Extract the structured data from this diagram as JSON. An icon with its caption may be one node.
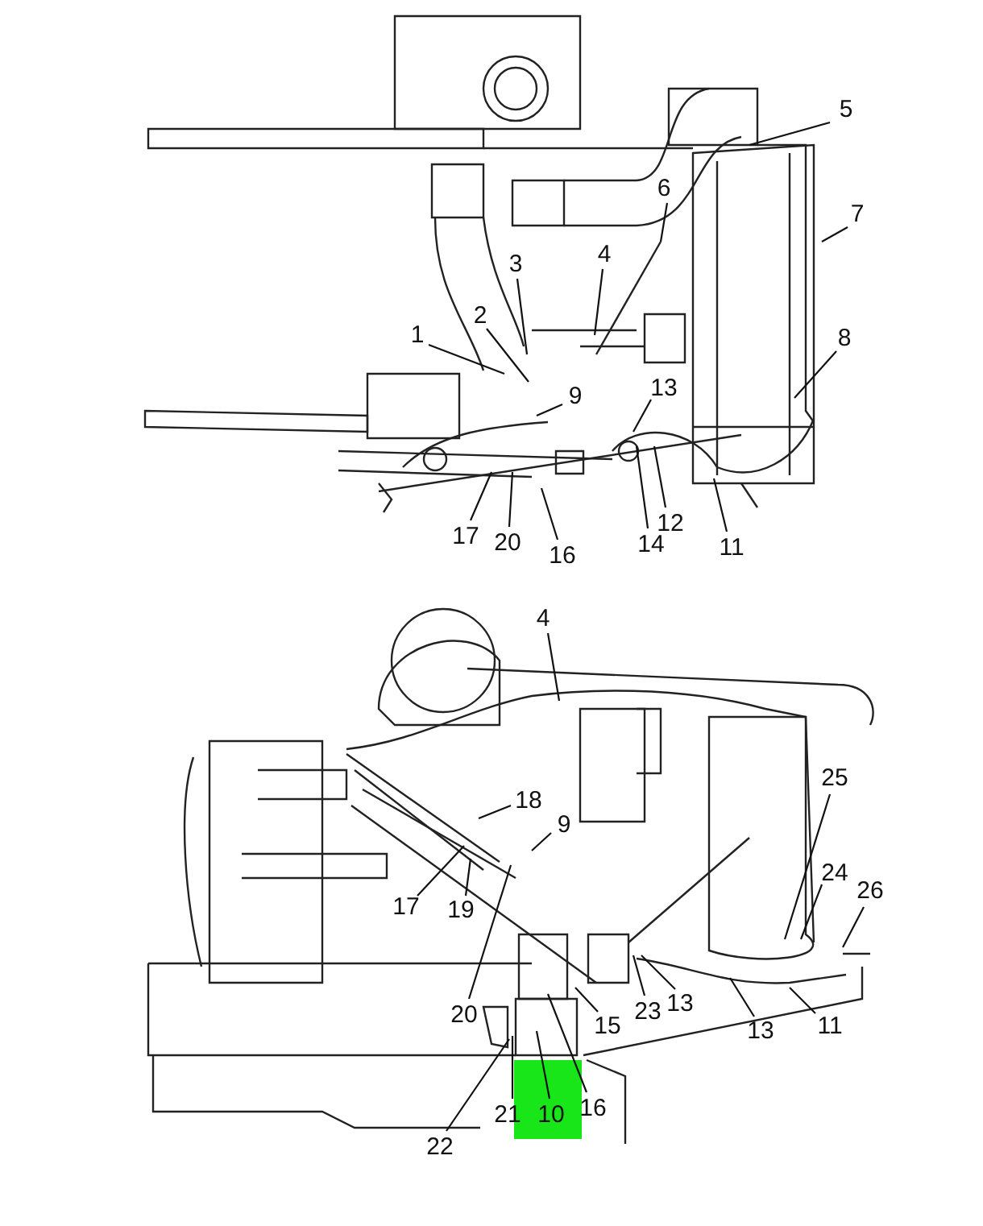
{
  "diagram": {
    "nodes": [
      {
        "text": [
          "5"
        ]
      },
      {
        "text": [
          "6"
        ]
      },
      {
        "text": [
          "7"
        ]
      },
      {
        "text": [
          "8"
        ]
      },
      {
        "text": [
          "4"
        ]
      },
      {
        "text": [
          "3"
        ]
      },
      {
        "text": [
          "2"
        ]
      },
      {
        "text": [
          "1"
        ]
      },
      {
        "text": [
          "9"
        ]
      },
      {
        "text": [
          "13"
        ]
      },
      {
        "text": [
          "17"
        ]
      },
      {
        "text": [
          "20"
        ]
      },
      {
        "text": [
          "16"
        ]
      },
      {
        "text": [
          "14"
        ]
      },
      {
        "text": [
          "12"
        ]
      },
      {
        "text": [
          "11"
        ]
      },
      {
        "text": [
          "4"
        ]
      },
      {
        "text": [
          "25"
        ]
      },
      {
        "text": [
          "24"
        ]
      },
      {
        "text": [
          "26"
        ]
      },
      {
        "text": [
          "18"
        ]
      },
      {
        "text": [
          "9"
        ]
      },
      {
        "text": [
          "17"
        ]
      },
      {
        "text": [
          "19"
        ]
      },
      {
        "text": [
          "20"
        ]
      },
      {
        "text": [
          "15"
        ]
      },
      {
        "text": [
          "23"
        ]
      },
      {
        "text": [
          "13"
        ]
      },
      {
        "text": [
          "13"
        ]
      },
      {
        "text": [
          "11"
        ]
      },
      {
        "text": [
          "22"
        ]
      },
      {
        "text": [
          "21"
        ]
      },
      {
        "text": [
          "10"
        ]
      },
      {
        "text": [
          "16"
        ]
      }
    ],
    "edges": [
      {
        "from": 0,
        "to": null,
        "arrow": "none"
      },
      {
        "from": 1,
        "to": null,
        "arrow": "none"
      },
      {
        "from": 2,
        "to": null,
        "arrow": "none"
      },
      {
        "from": 3,
        "to": null,
        "arrow": "none"
      },
      {
        "from": 4,
        "to": null,
        "arrow": "none"
      },
      {
        "from": 5,
        "to": null,
        "arrow": "none"
      },
      {
        "from": 6,
        "to": null,
        "arrow": "none"
      },
      {
        "from": 7,
        "to": null,
        "arrow": "none"
      },
      {
        "from": 8,
        "to": null,
        "arrow": "none"
      },
      {
        "from": 9,
        "to": null,
        "arrow": "none"
      },
      {
        "from": 10,
        "to": null,
        "arrow": "none"
      },
      {
        "from": 11,
        "to": null,
        "arrow": "none"
      },
      {
        "from": 12,
        "to": null,
        "arrow": "none"
      },
      {
        "from": 13,
        "to": null,
        "arrow": "none"
      },
      {
        "from": 14,
        "to": null,
        "arrow": "none"
      },
      {
        "from": 15,
        "to": null,
        "arrow": "none"
      },
      {
        "from": 16,
        "to": null,
        "arrow": "none"
      },
      {
        "from": 17,
        "to": null,
        "arrow": "none"
      },
      {
        "from": 18,
        "to": null,
        "arrow": "none"
      },
      {
        "from": 19,
        "to": null,
        "arrow": "none"
      },
      {
        "from": 20,
        "to": null,
        "arrow": "none"
      },
      {
        "from": 21,
        "to": null,
        "arrow": "none"
      },
      {
        "from": 22,
        "to": null,
        "arrow": "none"
      },
      {
        "from": 23,
        "to": null,
        "arrow": "none"
      },
      {
        "from": 24,
        "to": null,
        "arrow": "none"
      },
      {
        "from": 25,
        "to": null,
        "arrow": "none"
      },
      {
        "from": 26,
        "to": null,
        "arrow": "none"
      },
      {
        "from": 27,
        "to": null,
        "arrow": "none"
      },
      {
        "from": 28,
        "to": null,
        "arrow": "none"
      },
      {
        "from": 29,
        "to": null,
        "arrow": "none"
      },
      {
        "from": 30,
        "to": null,
        "arrow": "none"
      },
      {
        "from": 31,
        "to": null,
        "arrow": "none"
      },
      {
        "from": 32,
        "to": null,
        "arrow": "none"
      },
      {
        "from": 33,
        "to": null,
        "arrow": "none"
      }
    ]
  }
}
